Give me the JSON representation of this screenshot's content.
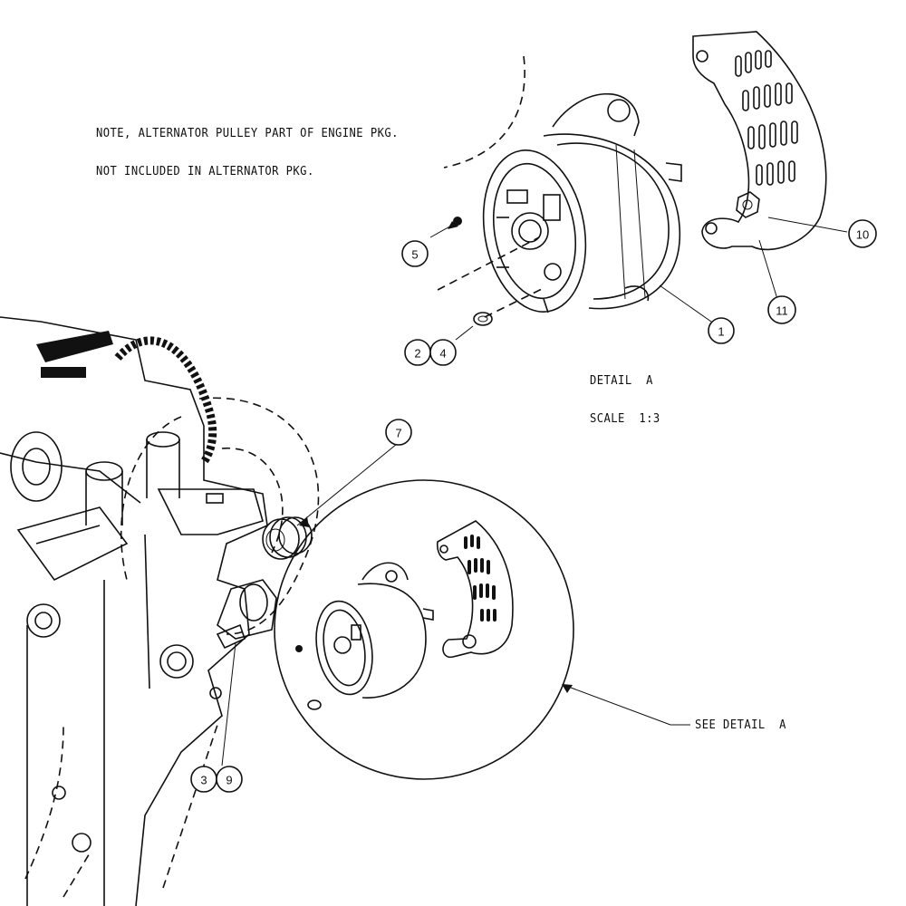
{
  "note": {
    "line1": "NOTE, ALTERNATOR PULLEY PART OF ENGINE PKG.",
    "line2": "NOT INCLUDED IN ALTERNATOR PKG."
  },
  "detail": {
    "title": "DETAIL  A",
    "scale": "SCALE  1:3",
    "reference": "SEE DETAIL  A"
  },
  "callouts": {
    "c1": "1",
    "c2": "2",
    "c3": "3",
    "c4": "4",
    "c5": "5",
    "c7": "7",
    "c9": "9",
    "c10": "10",
    "c11": "11"
  }
}
